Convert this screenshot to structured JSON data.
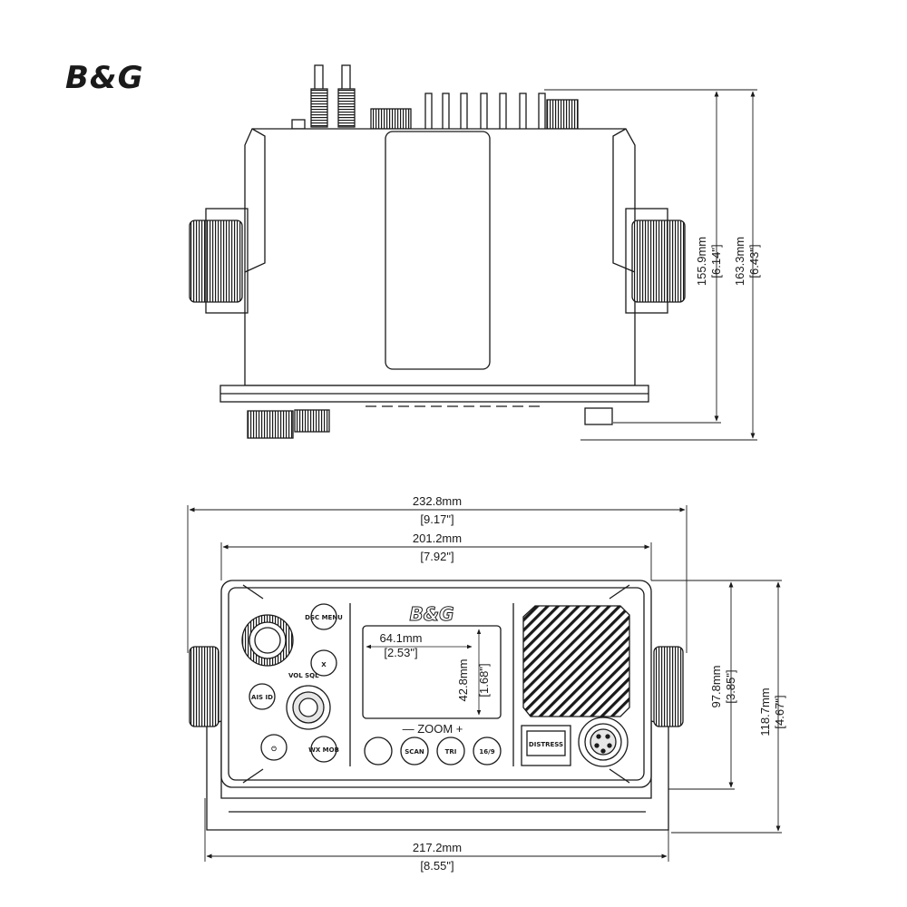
{
  "brand": {
    "logo": "B&G",
    "panel_logo": "B&G"
  },
  "top_view": {
    "height_inner": {
      "mm": "155.9mm",
      "in": "[6.14\"]"
    },
    "height_outer": {
      "mm": "163.3mm",
      "in": "[6.43\"]"
    }
  },
  "front_view": {
    "width_overall": {
      "mm": "232.8mm",
      "in": "[9.17\"]"
    },
    "width_panel": {
      "mm": "201.2mm",
      "in": "[7.92\"]"
    },
    "width_bracket": {
      "mm": "217.2mm",
      "in": "[8.55\"]"
    },
    "height_panel": {
      "mm": "97.8mm",
      "in": "[3.85\"]"
    },
    "height_overall": {
      "mm": "118.7mm",
      "in": "[4.67\"]"
    },
    "screen_width": {
      "mm": "64.1mm",
      "in": "[2.53\"]"
    },
    "screen_height": {
      "mm": "42.8mm",
      "in": "[1.68\"]"
    },
    "zoom_label": "— ZOOM +",
    "vol_label": "VOL SQL",
    "buttons": {
      "dsc_menu": "DSC MENU",
      "cancel": "X",
      "aiscall": "AIS ID",
      "power": "⏻",
      "wx_mob": "WX MOB",
      "scan": "SCAN",
      "tri": "TRI",
      "ch16": "16/9",
      "distress": "DISTRESS"
    }
  },
  "colors": {
    "line": "#1a1a1a",
    "fill_light": "#ffffff",
    "fill_knob": "#e6e6e6"
  }
}
